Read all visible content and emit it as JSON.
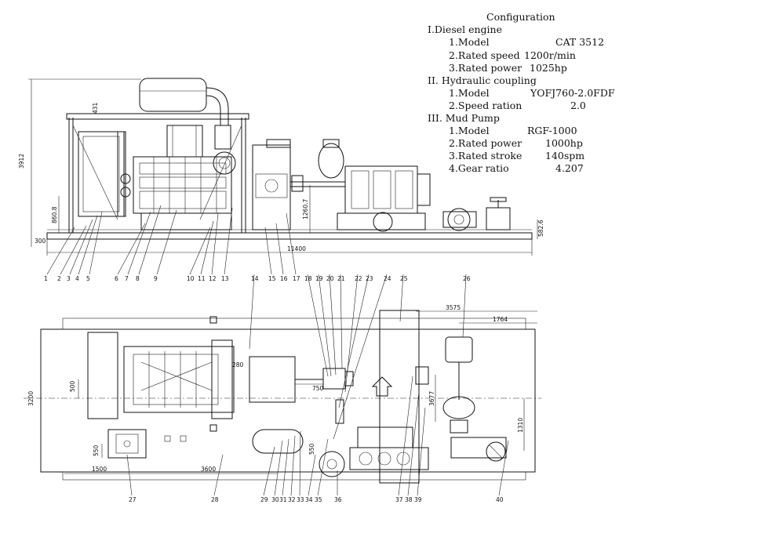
{
  "configuration": {
    "title": "Configuration",
    "sections": [
      {
        "heading": "I.Diesel engine",
        "items": [
          {
            "label": "1.Model",
            "value": "CAT 3512"
          },
          {
            "label": "2.Rated speed",
            "value": "1200r/min"
          },
          {
            "label": "3.Rated power",
            "value": "1025hp"
          }
        ]
      },
      {
        "heading": "II. Hydraulic coupling",
        "items": [
          {
            "label": "1.Model",
            "value": "YOFJ760-2.0FDF"
          },
          {
            "label": "2.Speed ration",
            "value": "2.0"
          }
        ]
      },
      {
        "heading": "III. Mud Pump",
        "items": [
          {
            "label": "1.Model",
            "value": "RGF-1000"
          },
          {
            "label": "2.Rated power",
            "value": "1000hp"
          },
          {
            "label": "3.Rated stroke",
            "value": "140spm"
          },
          {
            "label": "4.Gear ratio",
            "value": "4.207"
          }
        ]
      }
    ]
  },
  "dimensions": {
    "side": {
      "overall_height": "3912",
      "top_offset": "431",
      "left_height": "860.8",
      "base_height": "300",
      "mid_height": "1260.7",
      "right_height": "582.6",
      "overall_length": "11400"
    },
    "top": {
      "width": "3200",
      "engine_center": "500",
      "engine_offset": "280",
      "coupling_offset": "750",
      "overall_right": "3575",
      "pump_span": "1764",
      "pump_center": "3677",
      "right_offset": "1310",
      "tank_size": "550",
      "left_dist": "1500",
      "mid_dist": "3600",
      "cover_dim": "550"
    }
  },
  "callouts": {
    "side": [
      "1",
      "2",
      "3",
      "4",
      "5",
      "6",
      "7",
      "8",
      "9",
      "10",
      "11",
      "12",
      "13"
    ],
    "side_upper": [
      "14",
      "15",
      "16",
      "17",
      "18",
      "19",
      "20",
      "21",
      "22",
      "23",
      "24",
      "25",
      "26"
    ],
    "top": [
      "27",
      "28",
      "29",
      "30",
      "31",
      "32",
      "33",
      "34",
      "35",
      "36",
      "37",
      "38",
      "39",
      "40"
    ]
  }
}
